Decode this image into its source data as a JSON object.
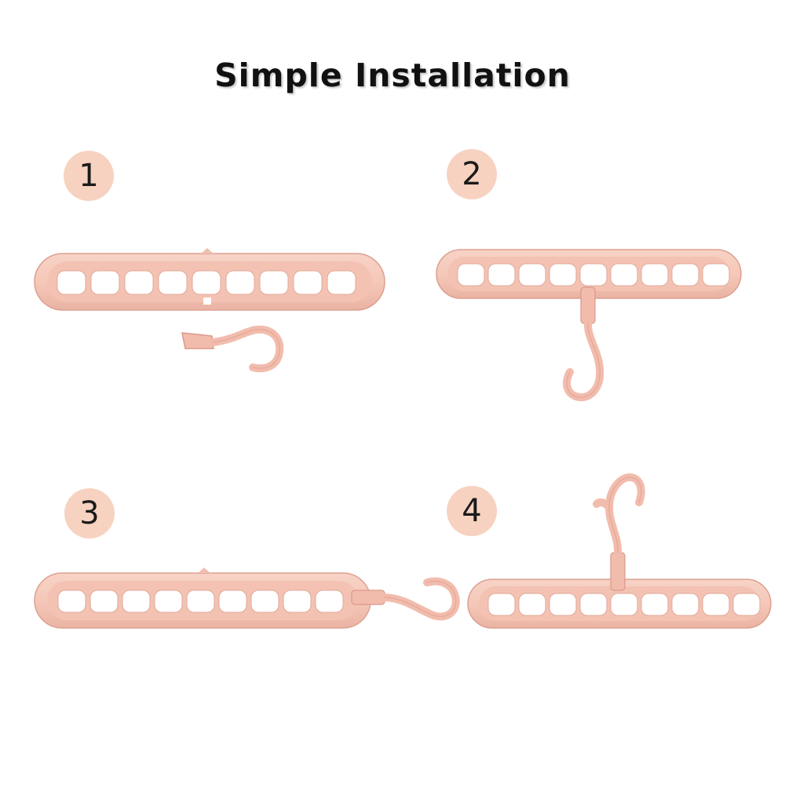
{
  "title": "Simple Installation",
  "steps": [
    {
      "number": "1"
    },
    {
      "number": "2"
    },
    {
      "number": "3"
    },
    {
      "number": "4"
    }
  ],
  "colors": {
    "badge": "#f7d2c0",
    "hanger_fill": "#f5c9bb",
    "hanger_edge": "#e2a898",
    "hanger_hole": "#ffffff",
    "title_text": "#111111"
  }
}
